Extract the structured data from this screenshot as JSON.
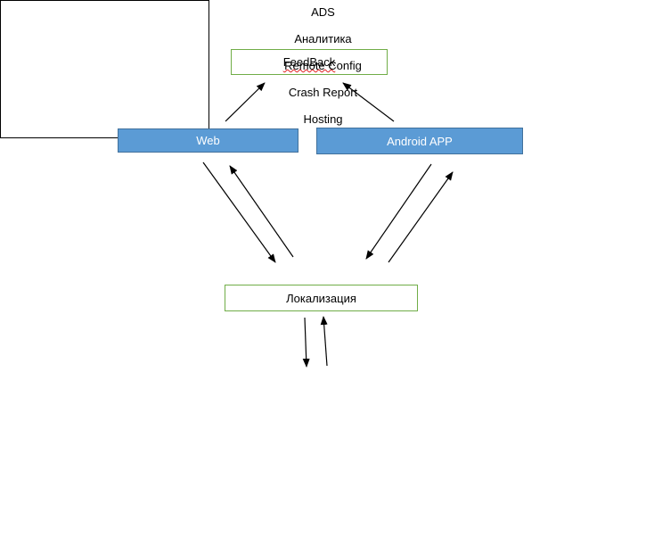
{
  "nodes": {
    "feedback": "FeedBack",
    "web": "Web",
    "android": "Android APP",
    "localization": "Локализация"
  },
  "services": [
    "ADS",
    "Аналитика",
    "Remote Config",
    "Crash Report",
    "Hosting"
  ],
  "colors": {
    "blue_fill": "#5b9bd5",
    "green_border": "#70ad47",
    "arrow": "#000000"
  }
}
